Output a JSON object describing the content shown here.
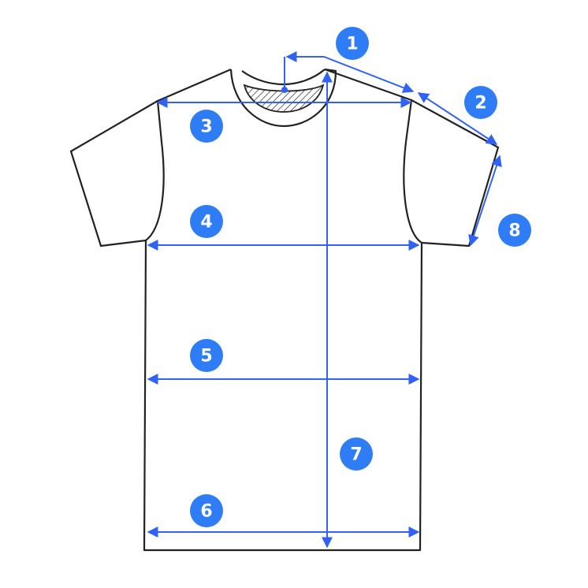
{
  "colors": {
    "measure_line": "#2F62F5",
    "badge_fill": "#2E7CF6",
    "outline": "#222222"
  },
  "badges": [
    {
      "label": "1"
    },
    {
      "label": "2"
    },
    {
      "label": "3"
    },
    {
      "label": "4"
    },
    {
      "label": "5"
    },
    {
      "label": "6"
    },
    {
      "label": "7"
    },
    {
      "label": "8"
    }
  ]
}
